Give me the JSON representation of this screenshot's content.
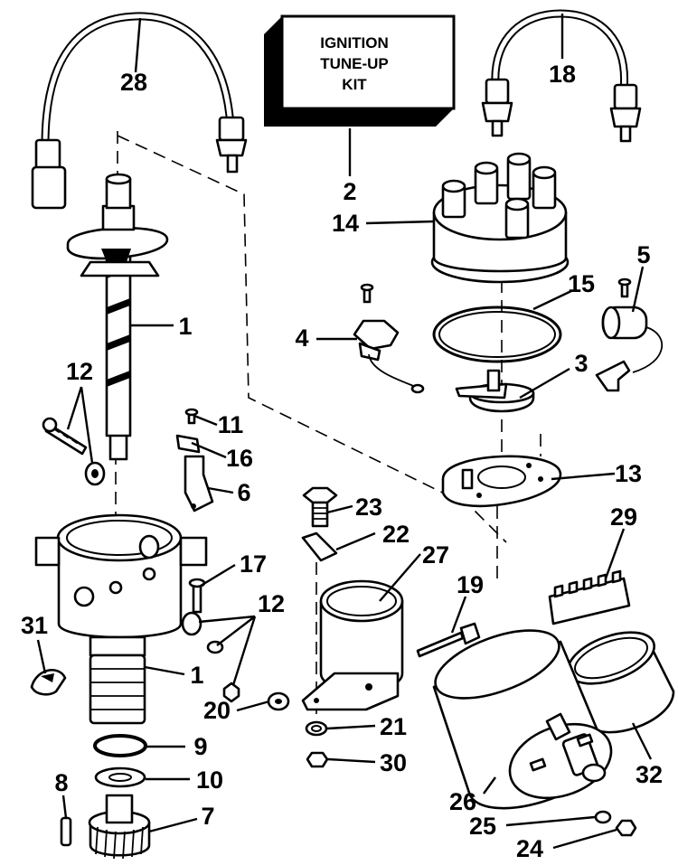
{
  "kit": {
    "line1": "IGNITION",
    "line2": "TUNE-UP",
    "line3": "KIT"
  },
  "callouts": {
    "c28": "28",
    "c2": "2",
    "c18": "18",
    "c14": "14",
    "c1_shaft": "1",
    "c15": "15",
    "c5": "5",
    "c4": "4",
    "c3": "3",
    "c12_top": "12",
    "c11": "11",
    "c16": "16",
    "c6": "6",
    "c13": "13",
    "c23": "23",
    "c29": "29",
    "c22": "22",
    "c27": "27",
    "c17": "17",
    "c19": "19",
    "c12_mid": "12",
    "c31": "31",
    "c1_housing": "1",
    "c20": "20",
    "c21": "21",
    "c9": "9",
    "c30": "30",
    "c10": "10",
    "c32": "32",
    "c8": "8",
    "c26": "26",
    "c7": "7",
    "c25": "25",
    "c24": "24"
  }
}
